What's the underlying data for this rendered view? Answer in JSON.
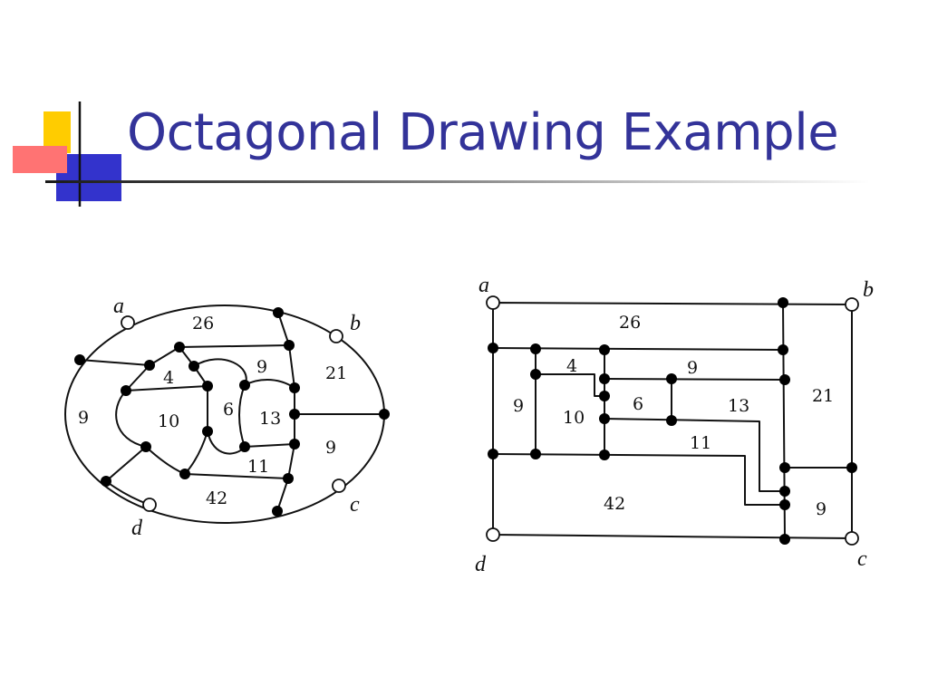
{
  "slide": {
    "title": "Octagonal Drawing Example"
  },
  "colors": {
    "title": "#333399",
    "logo_yellow": "#ffcc00",
    "logo_red": "#ff3333",
    "logo_blue": "#3333cc"
  },
  "plane_graph": {
    "terminals": {
      "a": "a",
      "b": "b",
      "c": "c",
      "d": "d"
    },
    "faces": {
      "f26": "26",
      "f4": "4",
      "f9mid": "9",
      "f21": "21",
      "f9left": "9",
      "f10": "10",
      "f6": "6",
      "f13": "13",
      "f9right": "9",
      "f11": "11",
      "f42": "42"
    }
  },
  "octagonal_drawing": {
    "terminals": {
      "a": "a",
      "b": "b",
      "c": "c",
      "d": "d"
    },
    "faces": {
      "f26": "26",
      "f4": "4",
      "f9mid": "9",
      "f21": "21",
      "f9left": "9",
      "f10": "10",
      "f6": "6",
      "f13": "13",
      "f11": "11",
      "f42": "42",
      "f9right": "9"
    }
  }
}
